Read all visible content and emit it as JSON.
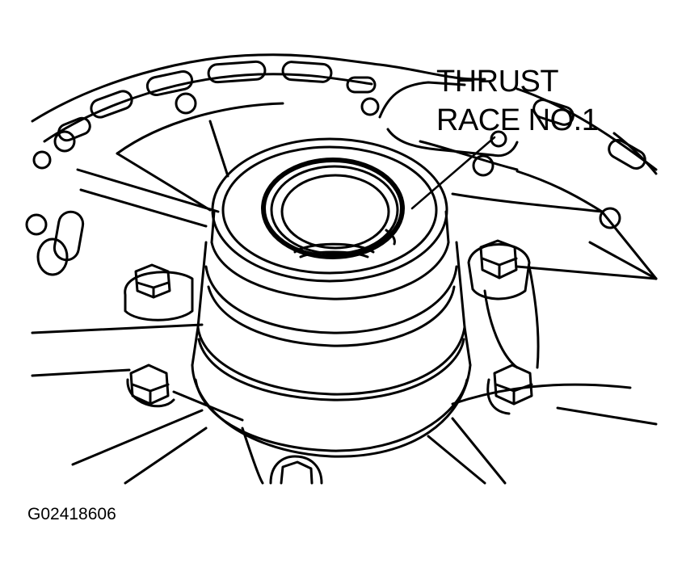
{
  "callout": {
    "line1": "THRUST",
    "line2": "RACE NO.1"
  },
  "figure_id": "G02418606",
  "colors": {
    "ink": "#000000",
    "paper": "#ffffff"
  }
}
